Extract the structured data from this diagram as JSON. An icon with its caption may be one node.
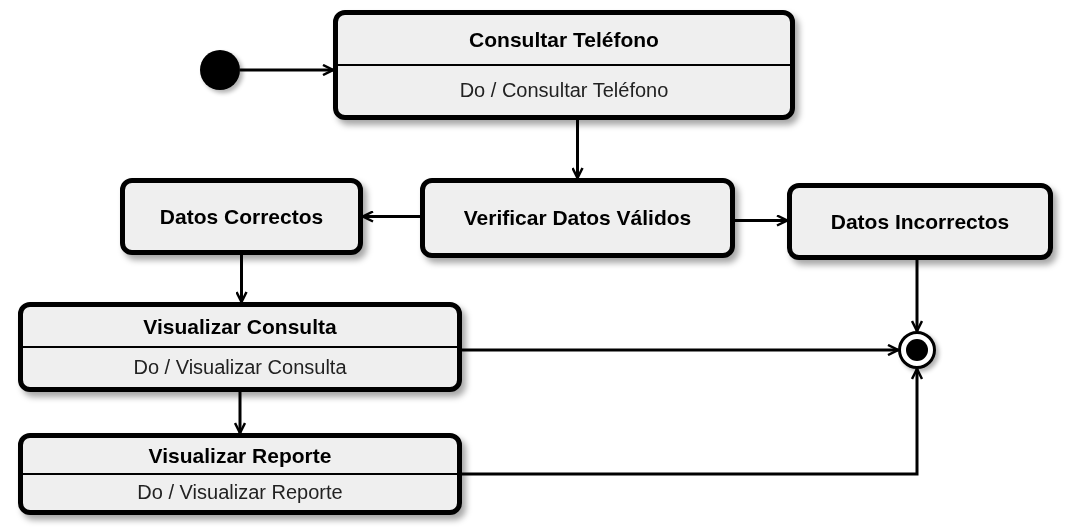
{
  "diagram": {
    "nodes": [
      {
        "text": [],
        "shape": "circle"
      },
      {
        "text": [
          "Consultar Teléfono",
          "Do / Consultar Teléfono"
        ]
      },
      {
        "text": [
          "Verificar Datos Válidos"
        ]
      },
      {
        "text": [
          "Datos Correctos"
        ]
      },
      {
        "text": [
          "Datos Incorrectos"
        ]
      },
      {
        "text": [
          "Visualizar Consulta",
          "Do / Visualizar Consulta"
        ]
      },
      {
        "text": [
          "Visualizar Reporte",
          "Do / Visualizar Reporte"
        ]
      },
      {
        "text": [],
        "shape": "circle"
      }
    ],
    "edges": [
      {
        "from": 0,
        "to": 1,
        "arrow": "to"
      },
      {
        "from": 1,
        "to": 2,
        "arrow": "to"
      },
      {
        "from": 2,
        "to": 3,
        "arrow": "to"
      },
      {
        "from": 2,
        "to": 4,
        "arrow": "to"
      },
      {
        "from": 3,
        "to": 5,
        "arrow": "to"
      },
      {
        "from": 4,
        "to": 7,
        "arrow": "to"
      },
      {
        "from": 5,
        "to": 7,
        "arrow": "to"
      },
      {
        "from": 5,
        "to": 6,
        "arrow": "to"
      },
      {
        "from": 6,
        "to": 7,
        "arrow": "to"
      }
    ]
  }
}
